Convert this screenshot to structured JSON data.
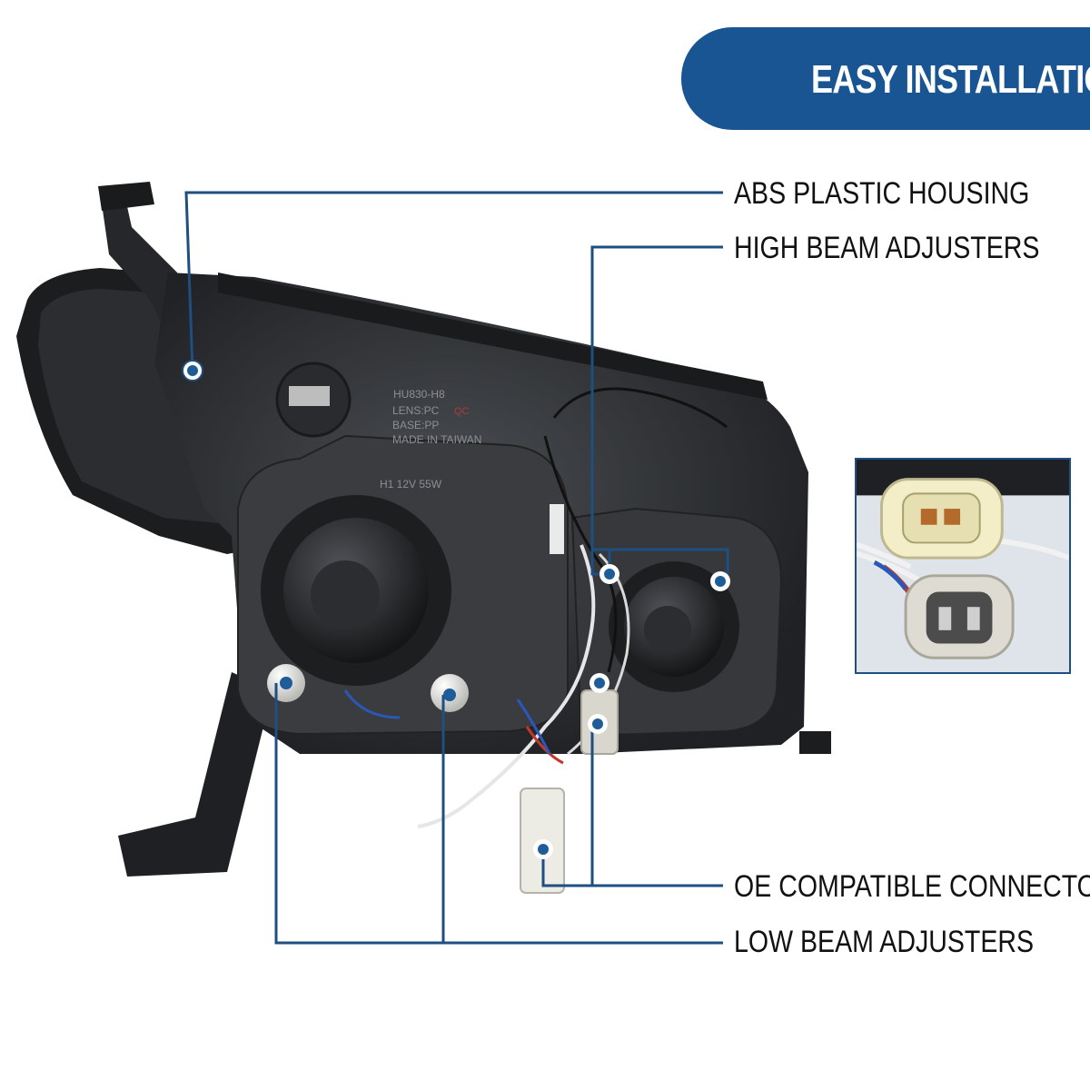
{
  "banner": {
    "title": "EASY INSTALLATION",
    "color": "#1a5593"
  },
  "callouts": [
    {
      "id": "abs-plastic-housing",
      "label": "ABS PLASTIC HOUSING"
    },
    {
      "id": "high-beam-adjusters",
      "label": "HIGH BEAM ADJUSTERS"
    },
    {
      "id": "oe-compatible-connectors",
      "label": "OE COMPATIBLE CONNECTORS"
    },
    {
      "id": "low-beam-adjusters",
      "label": "LOW BEAM ADJUSTERS"
    }
  ],
  "product_markings": {
    "lens": "LENS:PC",
    "base": "BASE:PP",
    "origin": "MADE IN TAIWAN",
    "bulb": "H1 12V 55W",
    "model": "HU830-H8",
    "qc": "QC"
  },
  "colors": {
    "leader_line": "#1f4e80",
    "marker_dot": "#1f5d99",
    "housing": "#2c2e31"
  }
}
